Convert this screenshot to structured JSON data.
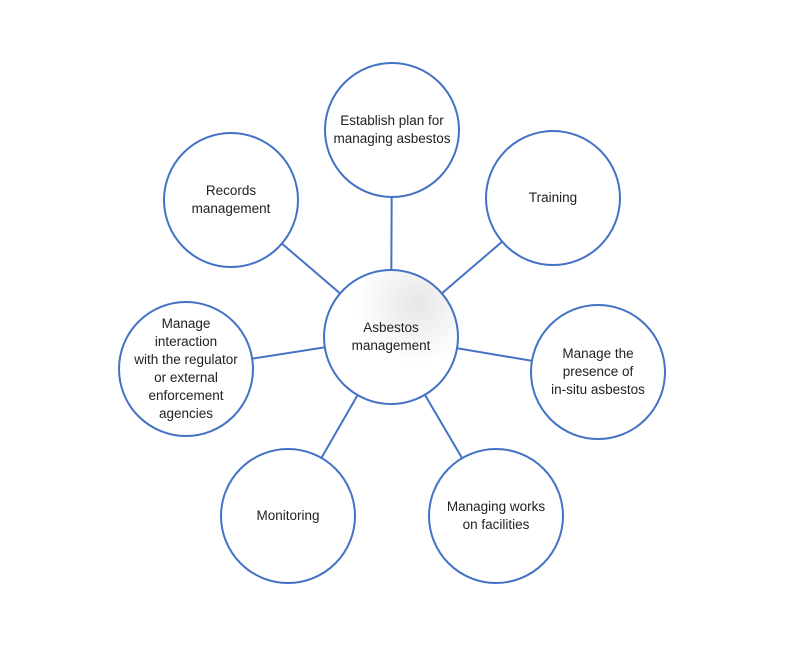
{
  "center": {
    "label": "Asbestos\nmanagement"
  },
  "nodes": [
    {
      "label": "Establish plan for\nmanaging asbestos"
    },
    {
      "label": "Training"
    },
    {
      "label": "Manage the\npresence of\nin-situ asbestos"
    },
    {
      "label": "Managing works\non facilities"
    },
    {
      "label": "Monitoring"
    },
    {
      "label": "Manage\ninteraction\nwith the regulator\nor external\nenforcement\nagencies"
    },
    {
      "label": "Records\nmanagement"
    }
  ],
  "colors": {
    "stroke": "#4472c4"
  }
}
